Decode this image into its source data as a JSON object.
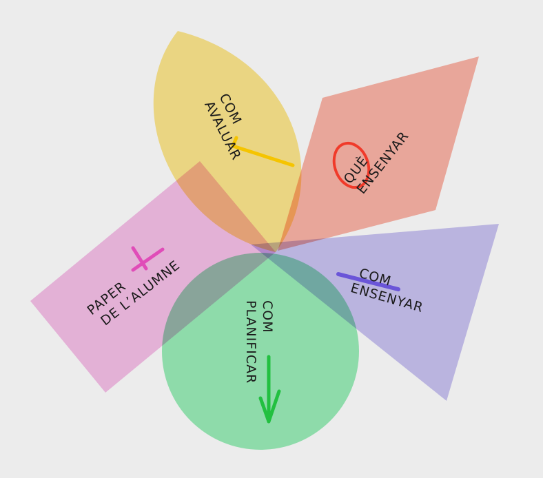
{
  "diagram": {
    "petals": [
      {
        "id": "com-avaluar",
        "lines": [
          "COM",
          "AVALUAR"
        ],
        "color": "#fde68c",
        "mark": "check"
      },
      {
        "id": "que-ensenyar",
        "lines": [
          "QUÈ",
          "ENSENYAR"
        ],
        "color": "#fbb4a6",
        "mark": "circle"
      },
      {
        "id": "com-ensenyar",
        "lines": [
          "COM",
          "ENSENYAR"
        ],
        "color": "#c9c3f1",
        "mark": "underline"
      },
      {
        "id": "com-planificar",
        "lines": [
          "COM",
          "PLANIFICAR"
        ],
        "color": "#9aedb8",
        "mark": "down-arrow"
      },
      {
        "id": "paper-alumne",
        "lines": [
          "PAPER",
          "DE L’ALUMNE"
        ],
        "color": "#f6bfe8",
        "mark": "cross"
      }
    ],
    "mark_colors": {
      "check": "#f5c400",
      "circle": "#f03a2a",
      "underline": "#6a55d8",
      "down-arrow": "#22c040",
      "cross": "#e04cb8"
    }
  }
}
